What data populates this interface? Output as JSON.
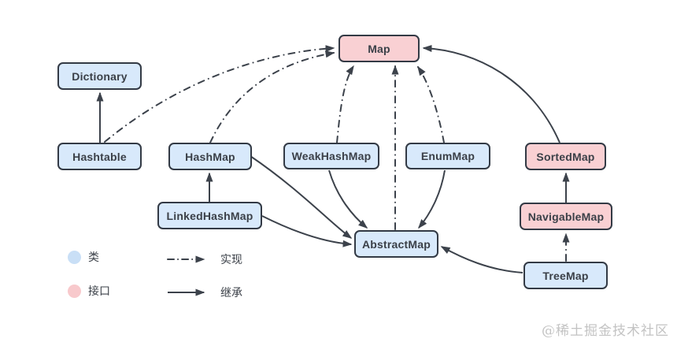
{
  "diagram": {
    "nodes": [
      {
        "id": "map",
        "label": "Map",
        "kind": "interface"
      },
      {
        "id": "dictionary",
        "label": "Dictionary",
        "kind": "class"
      },
      {
        "id": "hashtable",
        "label": "Hashtable",
        "kind": "class"
      },
      {
        "id": "hashmap",
        "label": "HashMap",
        "kind": "class"
      },
      {
        "id": "weakhashmap",
        "label": "WeakHashMap",
        "kind": "class"
      },
      {
        "id": "enummap",
        "label": "EnumMap",
        "kind": "class"
      },
      {
        "id": "sortedmap",
        "label": "SortedMap",
        "kind": "interface"
      },
      {
        "id": "linkedhashmap",
        "label": "LinkedHashMap",
        "kind": "class"
      },
      {
        "id": "navigablemap",
        "label": "NavigableMap",
        "kind": "interface"
      },
      {
        "id": "abstractmap",
        "label": "AbstractMap",
        "kind": "class"
      },
      {
        "id": "treemap",
        "label": "TreeMap",
        "kind": "class"
      }
    ],
    "edges": [
      {
        "from": "hashtable",
        "to": "dictionary",
        "type": "继承"
      },
      {
        "from": "hashtable",
        "to": "map",
        "type": "实现"
      },
      {
        "from": "hashmap",
        "to": "map",
        "type": "实现"
      },
      {
        "from": "weakhashmap",
        "to": "map",
        "type": "实现"
      },
      {
        "from": "enummap",
        "to": "map",
        "type": "实现"
      },
      {
        "from": "abstractmap",
        "to": "map",
        "type": "实现"
      },
      {
        "from": "sortedmap",
        "to": "map",
        "type": "继承"
      },
      {
        "from": "linkedhashmap",
        "to": "hashmap",
        "type": "继承"
      },
      {
        "from": "hashmap",
        "to": "abstractmap",
        "type": "继承"
      },
      {
        "from": "linkedhashmap",
        "to": "abstractmap",
        "type": "继承"
      },
      {
        "from": "weakhashmap",
        "to": "abstractmap",
        "type": "继承"
      },
      {
        "from": "enummap",
        "to": "abstractmap",
        "type": "继承"
      },
      {
        "from": "treemap",
        "to": "abstractmap",
        "type": "继承"
      },
      {
        "from": "navigablemap",
        "to": "sortedmap",
        "type": "继承"
      },
      {
        "from": "treemap",
        "to": "navigablemap",
        "type": "实现"
      }
    ]
  },
  "legend": {
    "class_label": "类",
    "interface_label": "接口",
    "implements_label": "实现",
    "extends_label": "继承"
  },
  "colors": {
    "class_fill": "#d8e9fb",
    "interface_fill": "#f9d0d3",
    "node_border": "#333a45",
    "arrow": "#3c424b",
    "legend_class_dot": "#c9dff6",
    "legend_interface_dot": "#f8c9cc",
    "watermark": "#c3c3c3"
  },
  "watermark": "@稀土掘金技术社区"
}
